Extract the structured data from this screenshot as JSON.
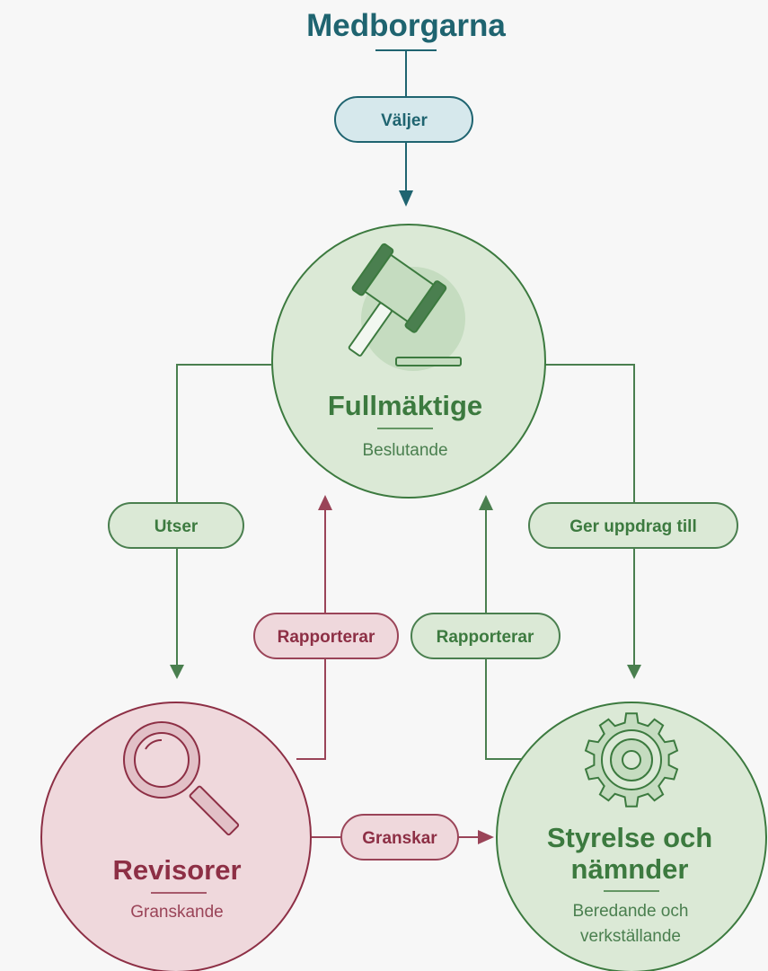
{
  "top": {
    "title": "Medborgarna",
    "elects_label": "Väljer"
  },
  "council": {
    "title": "Fullmäktige",
    "subtitle": "Beslutande"
  },
  "auditors": {
    "title": "Revisorer",
    "subtitle": "Granskande"
  },
  "boards": {
    "title_line1": "Styrelse och",
    "title_line2": "nämnder",
    "subtitle_line1": "Beredande och",
    "subtitle_line2": "verkställande"
  },
  "edges": {
    "appoints": "Utser",
    "commissions": "Ger uppdrag till",
    "auditors_report": "Rapporterar",
    "boards_report": "Rapporterar",
    "audits": "Granskar"
  },
  "colors": {
    "teal": "#1f6470",
    "teal_fill": "#d6e8ec",
    "green": "#4a7f4f",
    "green_dark": "#3c7a3f",
    "green_fill": "#dbe9d6",
    "green_fill_dark": "#c5dcc0",
    "red": "#9a4458",
    "red_dark": "#8d2f45",
    "red_fill": "#efd8dc",
    "red_fill_dark": "#e2c0c7",
    "background": "#f7f7f7"
  },
  "icons": {
    "council": "gavel-icon",
    "auditors": "magnifying-glass-icon",
    "boards": "gear-icon"
  }
}
